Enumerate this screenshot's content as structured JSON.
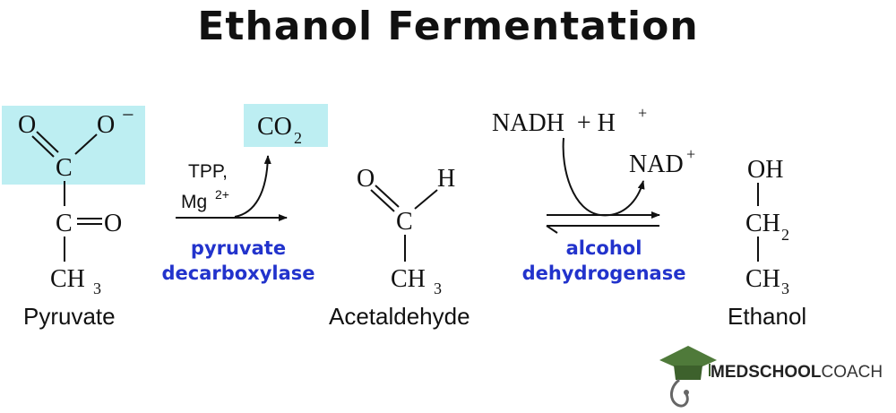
{
  "title": "Ethanol Fermentation",
  "colors": {
    "highlight": "#bdeef2",
    "enzyme_text": "#2233cc",
    "text": "#111111",
    "logo_cap": "#4f7a3a"
  },
  "pyruvate": {
    "o_left": "O",
    "o_right": "O",
    "charge": "−",
    "c_top": "C",
    "c_mid": "C",
    "eq_o": "O",
    "ch3": "CH",
    "ch3_sub": "3",
    "label": "Pyruvate"
  },
  "step1": {
    "cofactor1": "TPP,",
    "cofactor2": "Mg",
    "cofactor2_sup": "2+",
    "product": "CO",
    "product_sub": "2",
    "enzyme_line1": "pyruvate",
    "enzyme_line2": "decarboxylase"
  },
  "acetaldehyde": {
    "o": "O",
    "h": "H",
    "c": "C",
    "ch3": "CH",
    "ch3_sub": "3",
    "label": "Acetaldehyde"
  },
  "step2": {
    "reactant": "NADH  + H",
    "reactant_sup": "+",
    "product": "NAD",
    "product_sup": "+",
    "enzyme_line1": "alcohol",
    "enzyme_line2": "dehydrogenase"
  },
  "ethanol": {
    "oh": "OH",
    "ch2": "CH",
    "ch2_sub": "2",
    "ch3": "CH",
    "ch3_sub": "3",
    "label": "Ethanol"
  },
  "logo": {
    "bold": "MEDSCHOOL",
    "light": "COACH"
  }
}
